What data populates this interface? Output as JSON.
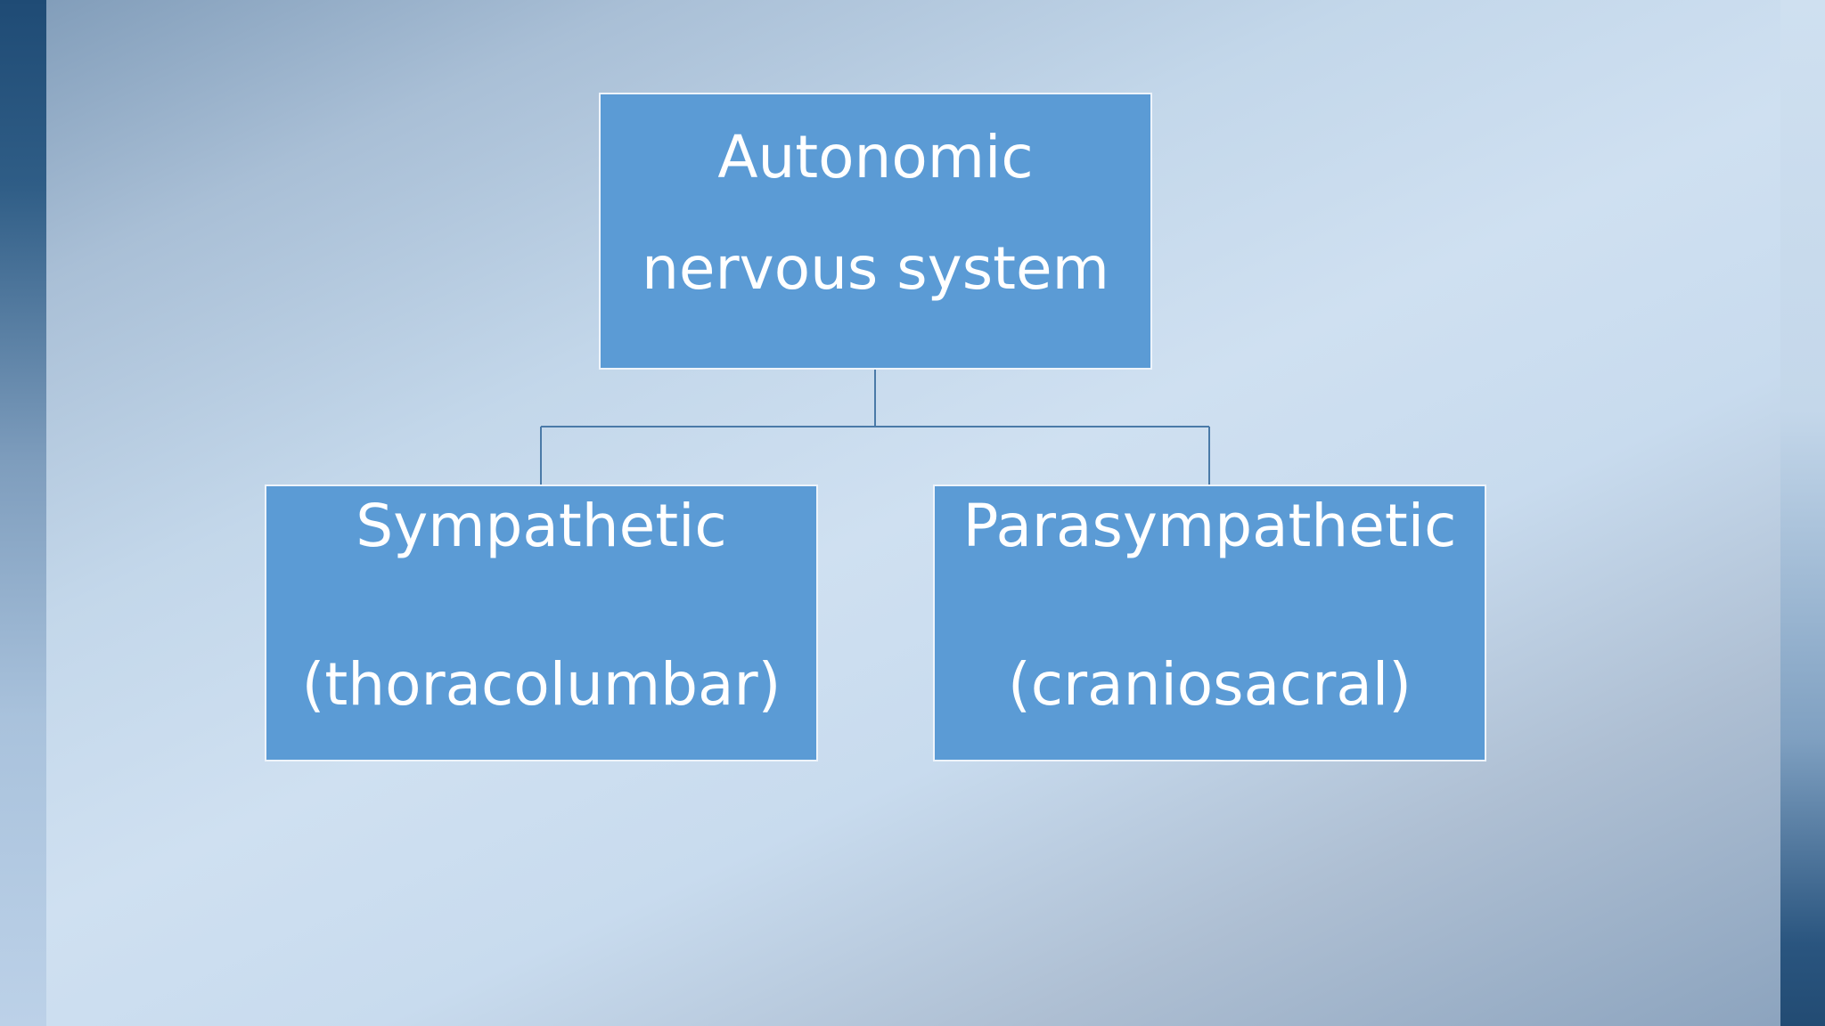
{
  "diagram": {
    "root": {
      "line1": "Autonomic",
      "line2": "nervous system"
    },
    "children": [
      {
        "line1": "Sympathetic",
        "line2": "(thoracolumbar)"
      },
      {
        "line1": "Parasympathetic",
        "line2": "(craniosacral)"
      }
    ]
  },
  "colors": {
    "box_fill": "#5b9bd5",
    "box_border": "#eef4fb",
    "text": "#ffffff",
    "connector": "#4a7aa8"
  }
}
